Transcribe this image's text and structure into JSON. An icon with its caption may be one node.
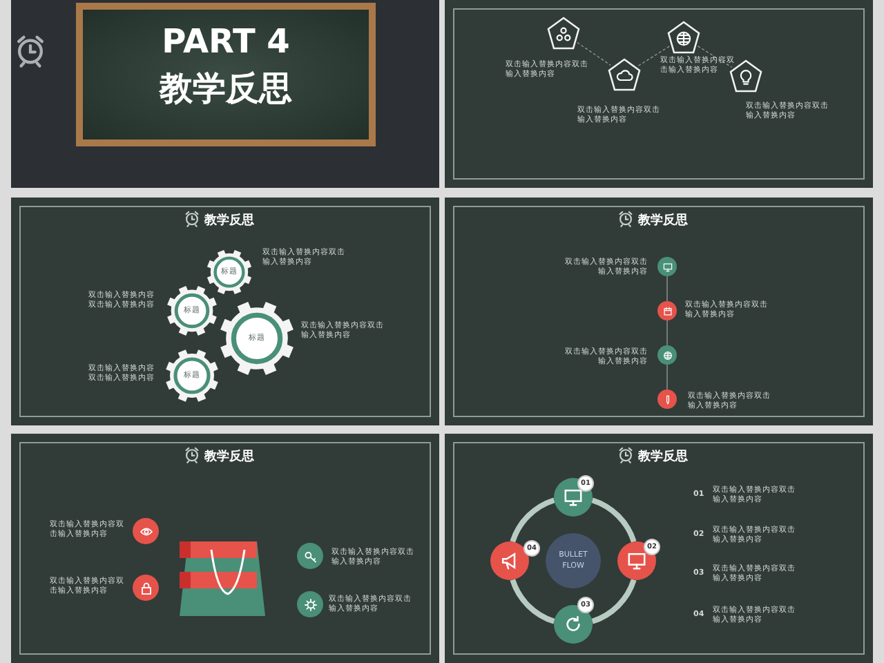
{
  "diagram": {
    "nodes": [
      {
        "text": [
          "PART 4",
          "教学反思"
        ]
      },
      {
        "text": [],
        "shape": "box"
      },
      {
        "text": [],
        "shape": "pentagon",
        "in": 1,
        "beside": [
          "双击输入替换内容双击输入替换内容"
        ]
      },
      {
        "text": [],
        "shape": "pentagon",
        "in": 1,
        "beside": [
          "双击输入替换内容双击输入替换内容"
        ]
      },
      {
        "text": [],
        "shape": "pentagon",
        "in": 1,
        "beside": [
          "双击输入替换内容双击输入替换内容"
        ]
      },
      {
        "text": [],
        "shape": "pentagon",
        "in": 1,
        "beside": [
          "双击输入替换内容双击输入替换内容"
        ]
      },
      {
        "text": [
          "教学反思"
        ]
      },
      {
        "text": [
          "标题"
        ],
        "in": 6,
        "beside": [
          "双击输入替换内容双击输入替换内容"
        ]
      },
      {
        "text": [
          "标题"
        ],
        "in": 6,
        "beside": [
          "双击输入替换内容双击输入替换内容"
        ]
      },
      {
        "text": [
          "标题"
        ],
        "in": 6,
        "beside": [
          "双击输入替换内容双击输入替换内容"
        ]
      },
      {
        "text": [
          "标题"
        ],
        "in": 6,
        "beside": [
          "双击输入替换内容双击输入替换内容"
        ]
      },
      {
        "text": [
          "教学反思"
        ]
      },
      {
        "text": [],
        "shape": "circle",
        "in": 11,
        "beside": [
          "双击输入替换内容双击输入替换内容"
        ]
      },
      {
        "text": [],
        "shape": "circle",
        "in": 11,
        "beside": [
          "双击输入替换内容双击输入替换内容"
        ]
      },
      {
        "text": [],
        "shape": "circle",
        "in": 11,
        "beside": [
          "双击输入替换内容双击输入替换内容"
        ]
      },
      {
        "text": [],
        "shape": "circle",
        "in": 11,
        "beside": [
          "双击输入替换内容双击输入替换内容"
        ]
      },
      {
        "text": [
          "教学反思"
        ]
      },
      {
        "text": [],
        "shape": "circle",
        "in": 16,
        "beside": [
          "双击输入替换内容双击输入替换内容"
        ]
      },
      {
        "text": [],
        "shape": "circle",
        "in": 16,
        "beside": [
          "双击输入替换内容双击输入替换内容"
        ]
      },
      {
        "text": [],
        "shape": "circle",
        "in": 16,
        "beside": [
          "双击输入替换内容双击输入替换内容"
        ]
      },
      {
        "text": [],
        "shape": "circle",
        "in": 16,
        "beside": [
          "双击输入替换内容双击输入替换内容"
        ]
      },
      {
        "text": [
          "教学反思"
        ]
      },
      {
        "text": [
          "BULLET FLOW"
        ],
        "in": 21
      },
      {
        "text": [],
        "shape": "circle",
        "in": 21
      },
      {
        "text": [],
        "shape": "circle",
        "in": 21
      },
      {
        "text": [],
        "shape": "circle",
        "in": 21
      },
      {
        "text": [],
        "shape": "circle",
        "in": 21
      },
      {
        "text": [
          "01"
        ],
        "in": 21
      },
      {
        "text": [
          "02"
        ],
        "in": 21
      },
      {
        "text": [
          "03"
        ],
        "in": 21
      },
      {
        "text": [
          "04"
        ],
        "in": 21
      }
    ],
    "edges": [
      {
        "from": 2,
        "to": 3,
        "arrow": "none",
        "style": "dashed"
      },
      {
        "from": 3,
        "to": 4,
        "arrow": "none",
        "style": "dashed"
      },
      {
        "from": 4,
        "to": 5,
        "arrow": "none",
        "style": "dashed"
      },
      {
        "from": 12,
        "to": 13,
        "arrow": "none"
      },
      {
        "from": 13,
        "to": 14,
        "arrow": "none"
      },
      {
        "from": 14,
        "to": 15,
        "arrow": "none"
      },
      {
        "from": 23,
        "to": 24,
        "arrow": "none",
        "style": "thick",
        "color": "#b8cbc2"
      },
      {
        "from": 24,
        "to": 25,
        "arrow": "none",
        "style": "thick",
        "color": "#b8cbc2"
      },
      {
        "from": 25,
        "to": 26,
        "arrow": "none",
        "style": "thick",
        "color": "#b8cbc2"
      },
      {
        "from": 26,
        "to": 23,
        "arrow": "none",
        "style": "thick",
        "color": "#b8cbc2"
      }
    ],
    "labels": [
      "01",
      "双击输入替换内容双击输入替换内容",
      "02",
      "双击输入替换内容双击输入替换内容",
      "03",
      "双击输入替换内容双击输入替换内容",
      "04",
      "双击输入替换内容双击输入替换内容"
    ]
  }
}
